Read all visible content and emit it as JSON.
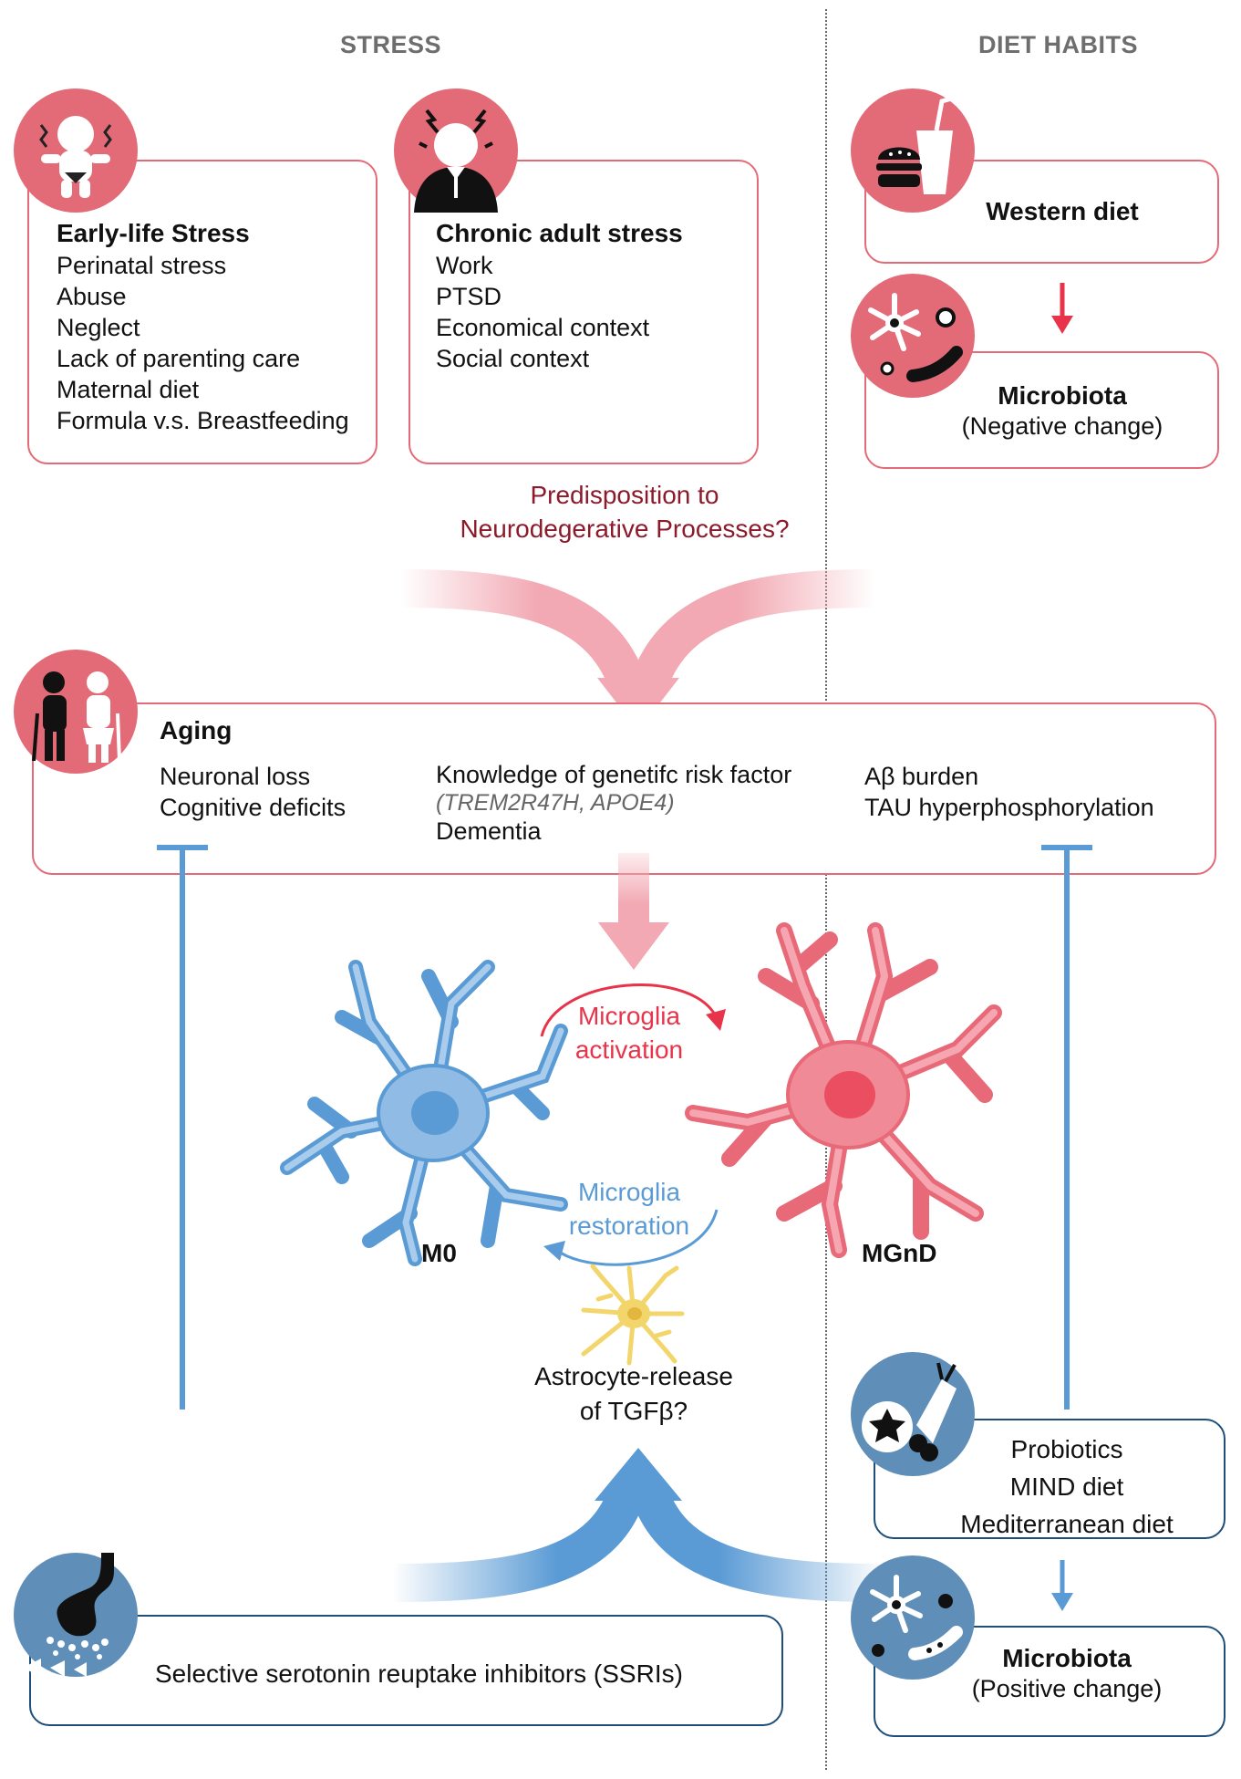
{
  "headers": {
    "stress": "STRESS",
    "diet": "DIET HABITS"
  },
  "early_life": {
    "title": "Early-life Stress",
    "items": [
      "Perinatal stress",
      "Abuse",
      "Neglect",
      "Lack of parenting care",
      "Maternal diet",
      "Formula v.s. Breastfeeding"
    ]
  },
  "chronic": {
    "title": "Chronic adult stress",
    "items": [
      "Work",
      "PTSD",
      "Economical context",
      "Social context"
    ]
  },
  "western": {
    "title": "Western diet"
  },
  "microbiota_neg": {
    "title": "Microbiota",
    "sub": "(Negative change)"
  },
  "predisposition": {
    "line1": "Predisposition to",
    "line2": "Neurodegerative Processes?"
  },
  "aging": {
    "title": "Aging",
    "col1": [
      "Neuronal loss",
      "Cognitive deficits"
    ],
    "col2_line1": "Knowledge of genetifc risk factor",
    "col2_line2": "(TREM2R47H, APOE4)",
    "col2_line3": "Dementia",
    "col3": [
      "Aβ burden",
      "TAU hyperphosphorylation"
    ]
  },
  "activation": {
    "line1": "Microglia",
    "line2": "activation"
  },
  "restoration": {
    "line1": "Microglia",
    "line2": "restoration"
  },
  "cells": {
    "m0": "M0",
    "mgnd": "MGnD"
  },
  "astrocyte": {
    "line1": "Astrocyte-release",
    "line2": "of TGFβ?"
  },
  "diets": {
    "items": [
      "Probiotics",
      "MIND diet",
      "Mediterranean diet"
    ]
  },
  "microbiota_pos": {
    "title": "Microbiota",
    "sub": "(Positive change)"
  },
  "ssri": {
    "label": "Selective serotonin reuptake inhibitors (SSRIs)"
  },
  "colors": {
    "pink": "#e36a77",
    "red": "#e8344a",
    "maroon": "#8b1a2b",
    "blue": "#5b9bd5",
    "navy": "#1f4f78",
    "yellow": "#f3d66b"
  }
}
